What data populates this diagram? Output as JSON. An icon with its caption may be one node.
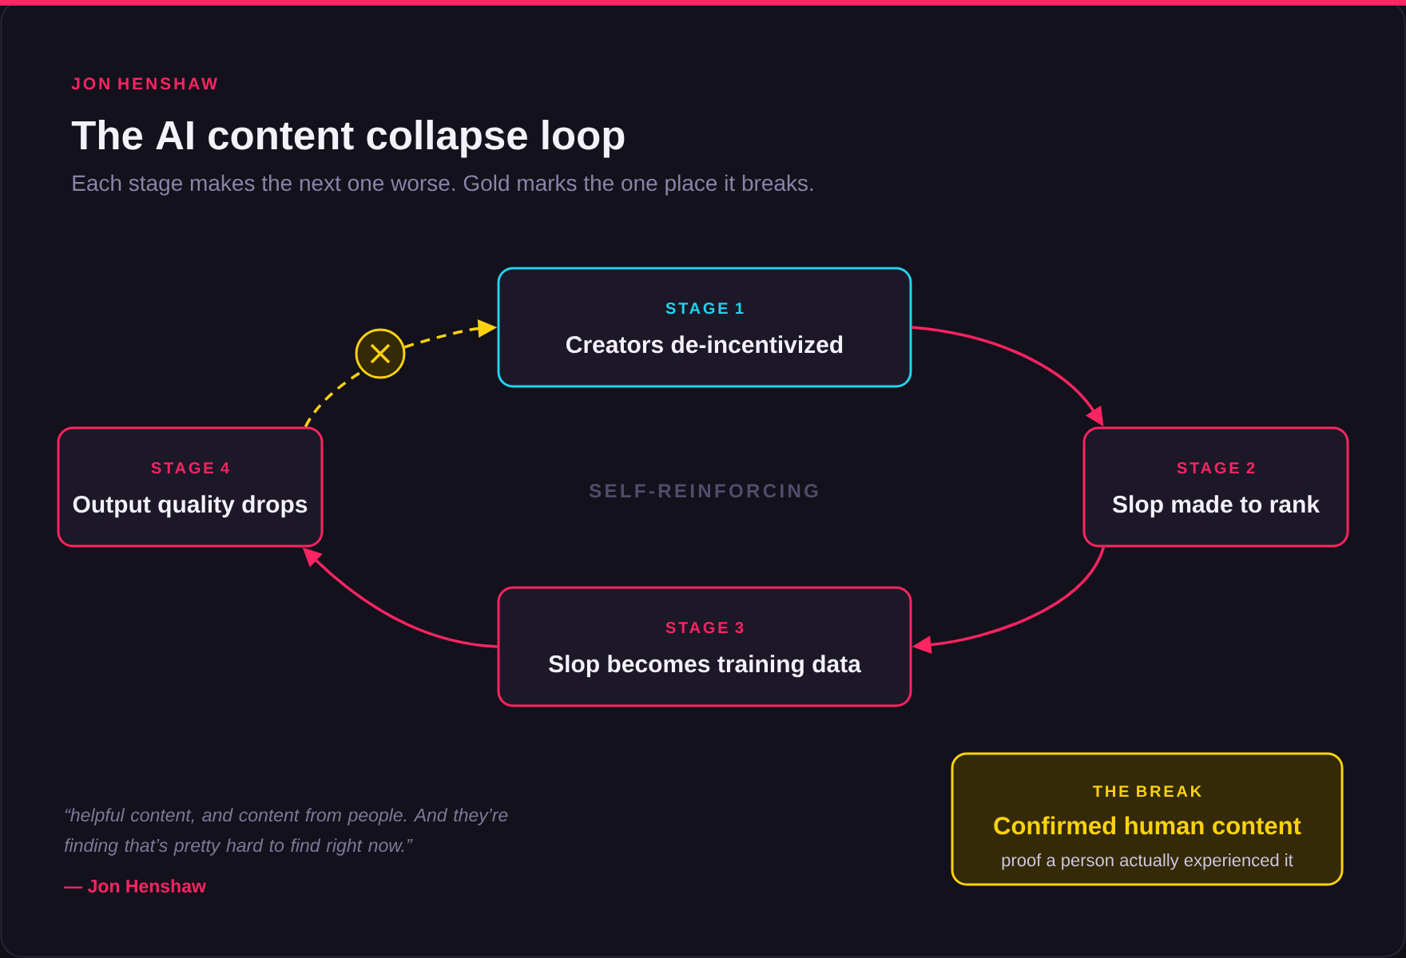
{
  "diagram": {
    "title": "The AI content collapse loop",
    "nodes": [
      {
        "text": [
          "STAGE 1",
          "Creators de-incentivized"
        ]
      },
      {
        "text": [
          "STAGE 2",
          "Slop made to rank"
        ]
      },
      {
        "text": [
          "STAGE 3",
          "Slop becomes training data"
        ]
      },
      {
        "text": [
          "STAGE 4",
          "Output quality drops"
        ]
      },
      {
        "text": [],
        "shape": "circle"
      },
      {
        "text": [
          "THE BREAK",
          "Confirmed human content",
          "proof a person actually experienced it"
        ]
      }
    ],
    "edges": [
      {
        "from": 0,
        "to": 1,
        "arrow": "to"
      },
      {
        "from": 1,
        "to": 2,
        "arrow": "to"
      },
      {
        "from": 2,
        "to": 3,
        "arrow": "to"
      },
      {
        "from": 3,
        "to": 4,
        "arrow": "none",
        "style": "dashed",
        "color": "#fcd20f"
      },
      {
        "from": 4,
        "to": 0,
        "arrow": "to",
        "style": "dashed",
        "color": "#fcd20f"
      }
    ],
    "labels": [
      "JON HENSHAW",
      "Each stage makes the next one worse. Gold marks the one place it breaks.",
      "SELF-REINFORCING",
      "“helpful content, and content from people. And they’re finding that’s pretty hard to find right now.”",
      "— Jon Henshaw"
    ]
  }
}
